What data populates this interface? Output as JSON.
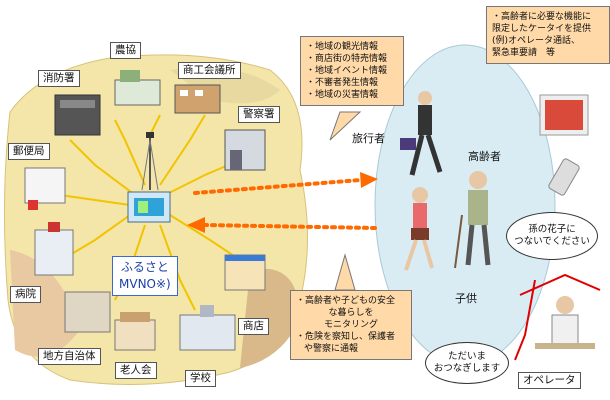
{
  "center": {
    "line1": "ふるさと",
    "line2": "MVNO※)"
  },
  "facilities": {
    "nokyo": "農協",
    "shokokai": "商工会議所",
    "shobosho": "消防署",
    "keisatsu": "警察署",
    "yubinkyoku": "郵便局",
    "byoin": "病院",
    "chiho": "地方自治体",
    "rojinkai": "老人会",
    "gakko": "学校",
    "shoten": "商店"
  },
  "people": {
    "traveler": "旅行者",
    "elderly": "高齢者",
    "child": "子供",
    "operator": "オペレータ"
  },
  "info_note": {
    "items": [
      "・地域の観光情報",
      "・商店街の特売情報",
      "・地域イベント情報",
      "・不審者発生情報",
      "・地域の災害情報"
    ]
  },
  "elderly_note": {
    "items": [
      "・高齢者に必要な機能に",
      "限定したケータイを提供",
      "(例)オペレータ通話、",
      "緊急車要請　等"
    ]
  },
  "safety_note": {
    "items": [
      "・高齢者や子どもの安全",
      "な暮らしを",
      "モニタリング",
      "・危険を察知し、保護者",
      "や警察に通報"
    ]
  },
  "speech": {
    "grandma": [
      "孫の花子に",
      "つないでください"
    ],
    "operator": [
      "ただいま",
      "おつなぎします"
    ]
  },
  "colors": {
    "town": "#f3e6a8",
    "field": "#e2c89a",
    "arrow": "#ff6a00",
    "ellipse": "#d9ecf4",
    "note": "#ffd9a8",
    "red_line": "#e00000"
  }
}
